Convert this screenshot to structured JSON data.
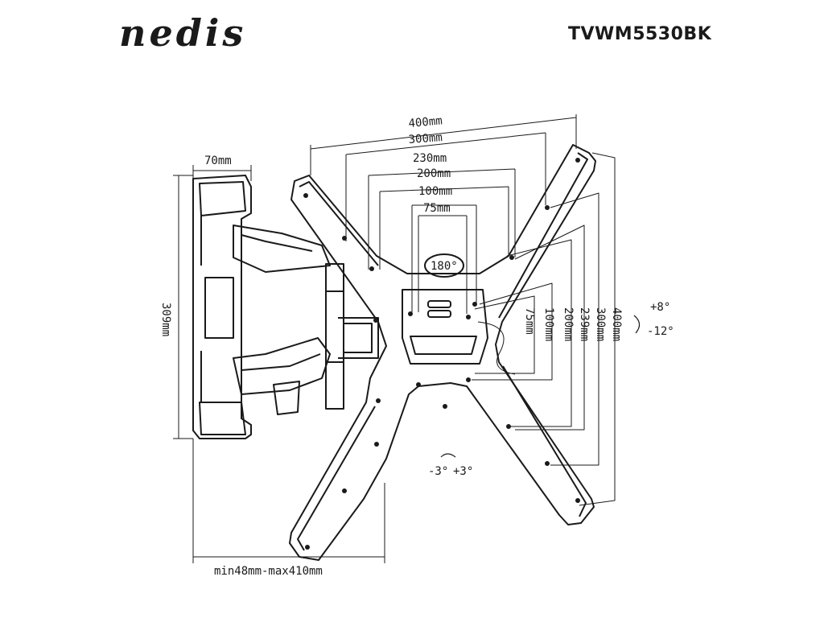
{
  "header": {
    "brand": "nedis",
    "model": "TVWM5530BK"
  },
  "dimensions": {
    "horizontal": {
      "h400": "400mm",
      "h300": "300mm",
      "h230": "230mm",
      "h200": "200mm",
      "h100": "100mm",
      "h75": "75mm"
    },
    "vertical": {
      "v75": "75mm",
      "v100": "100mm",
      "v200": "200mm",
      "v239": "239mm",
      "v300": "300mm",
      "v400": "400mm"
    },
    "wall_plate_width": "70mm",
    "wall_plate_height": "309mm",
    "depth": "min48mm-max410mm"
  },
  "rotation": {
    "swivel": "180°",
    "tilt_up": "+8°",
    "tilt_down": "-12°",
    "level_left": "-3°",
    "level_right": "+3°"
  }
}
